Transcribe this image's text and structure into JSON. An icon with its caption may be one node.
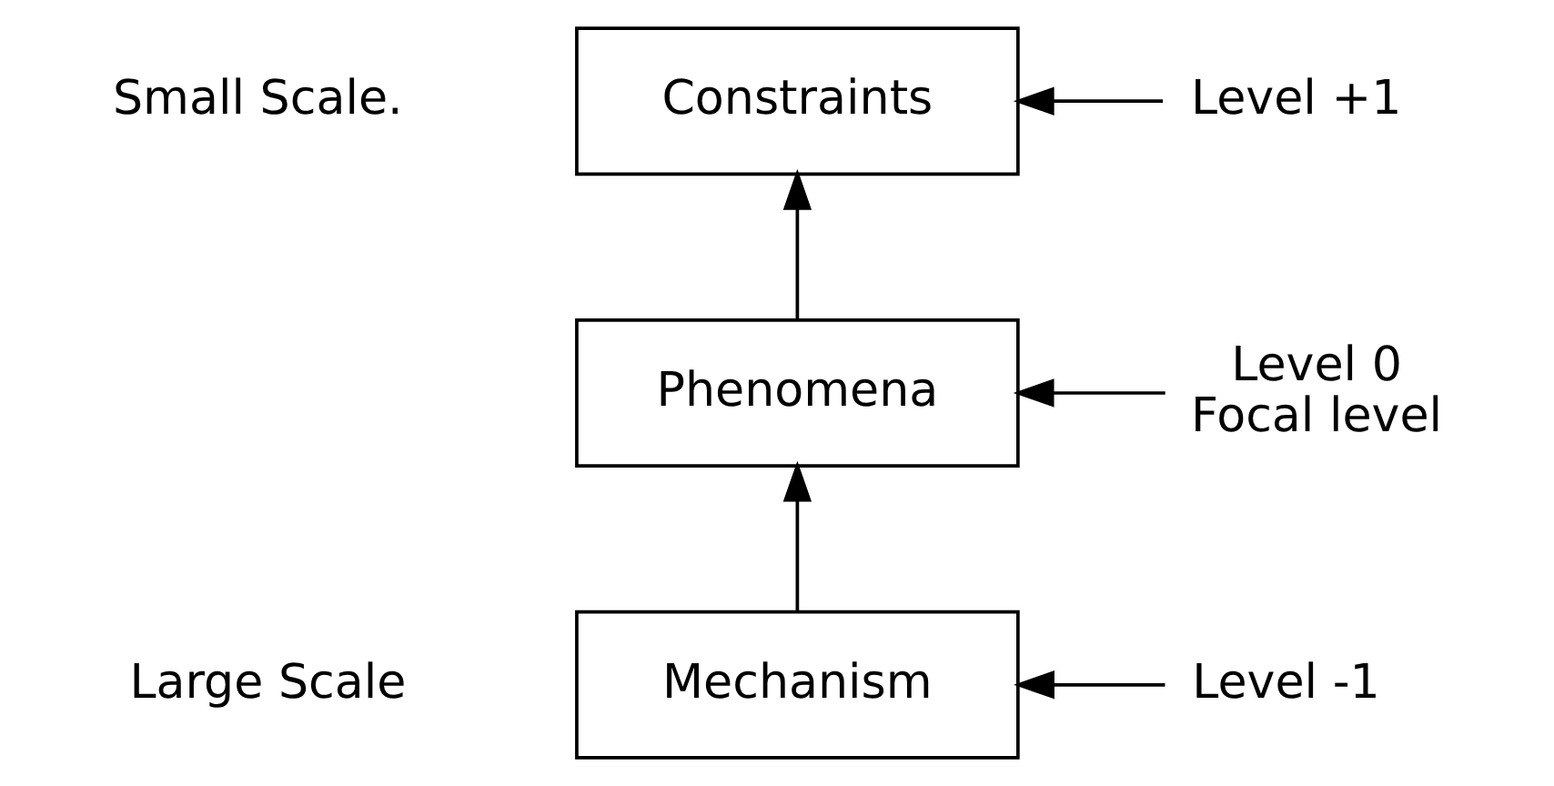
{
  "diagram": {
    "nodes": [
      {
        "text": [
          "Constraints"
        ]
      },
      {
        "text": [
          "Phenomena"
        ]
      },
      {
        "text": [
          "Mechanism"
        ]
      },
      {
        "text": [
          "Level +1"
        ]
      },
      {
        "text": [
          "Level 0",
          "Focal level"
        ]
      },
      {
        "text": [
          "Level -1"
        ]
      }
    ],
    "edges": [
      {
        "from": 2,
        "to": 1,
        "arrow": "to"
      },
      {
        "from": 1,
        "to": 0,
        "arrow": "to"
      },
      {
        "from": 3,
        "to": 0,
        "arrow": "to"
      },
      {
        "from": 4,
        "to": 1,
        "arrow": "to"
      },
      {
        "from": 5,
        "to": 2,
        "arrow": "to"
      }
    ],
    "labels": [
      "Small Scale.",
      "Large Scale"
    ]
  }
}
